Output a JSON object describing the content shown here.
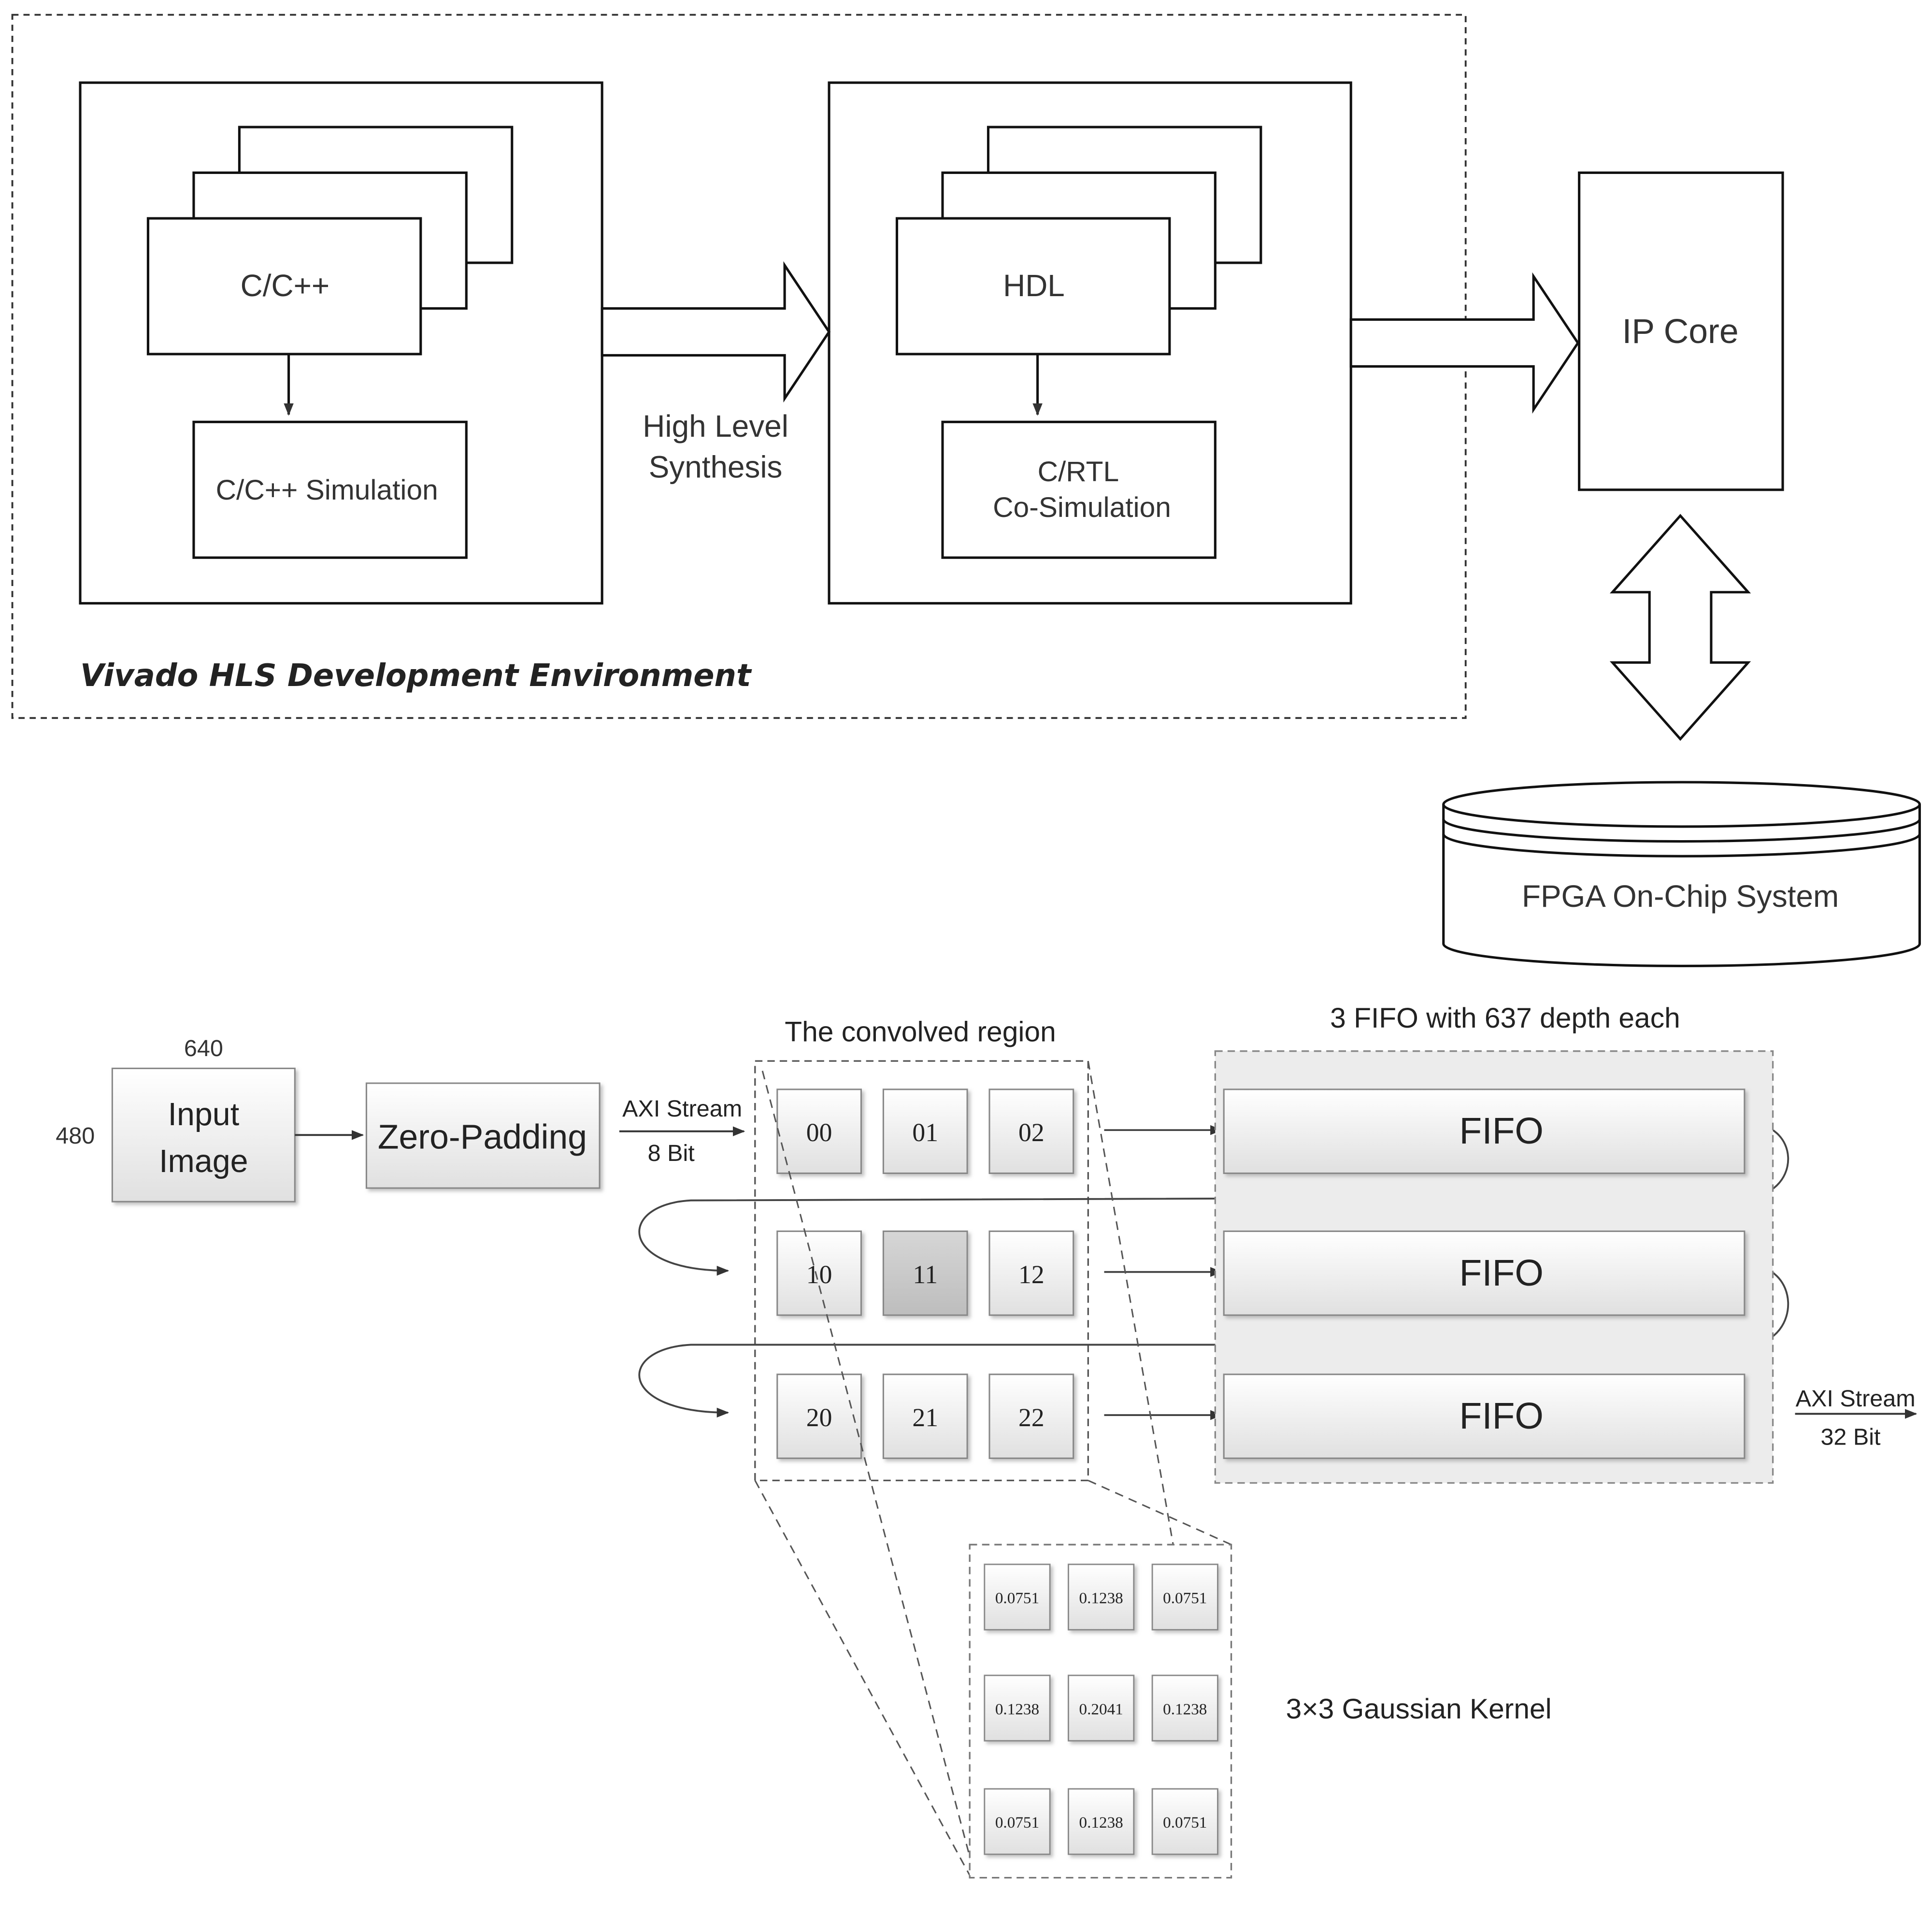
{
  "hls": {
    "env_label": "Vivado HLS Development Environment",
    "cpp_label": "C/C++",
    "cpp_sim_label": "C/C++ Simulation",
    "hls_arrow_line1": "High Level",
    "hls_arrow_line2": "Synthesis",
    "hdl_label": "HDL",
    "cosim_line1": "C/RTL",
    "cosim_line2": "Co-Simulation",
    "ip_core_label": "IP Core",
    "fpga_label": "FPGA On-Chip System"
  },
  "pipeline": {
    "input_width": "640",
    "input_height": "480",
    "input_line1": "Input",
    "input_line2": "Image",
    "zero_padding": "Zero-Padding",
    "axi_in_line1": "AXI Stream",
    "axi_in_line2": "8 Bit",
    "convolved_region_title": "The convolved region",
    "window_cells": [
      [
        "00",
        "01",
        "02"
      ],
      [
        "10",
        "11",
        "12"
      ],
      [
        "20",
        "21",
        "22"
      ]
    ],
    "fifo_title": "3 FIFO with 637 depth each",
    "fifo_labels": [
      "FIFO",
      "FIFO",
      "FIFO"
    ],
    "axi_out_line1": "AXI Stream",
    "axi_out_line2": "32 Bit",
    "kernel_title": "3×3 Gaussian Kernel",
    "kernel_values": [
      [
        "0.0751",
        "0.1238",
        "0.0751"
      ],
      [
        "0.1238",
        "0.2041",
        "0.1238"
      ],
      [
        "0.0751",
        "0.1238",
        "0.0751"
      ]
    ]
  }
}
